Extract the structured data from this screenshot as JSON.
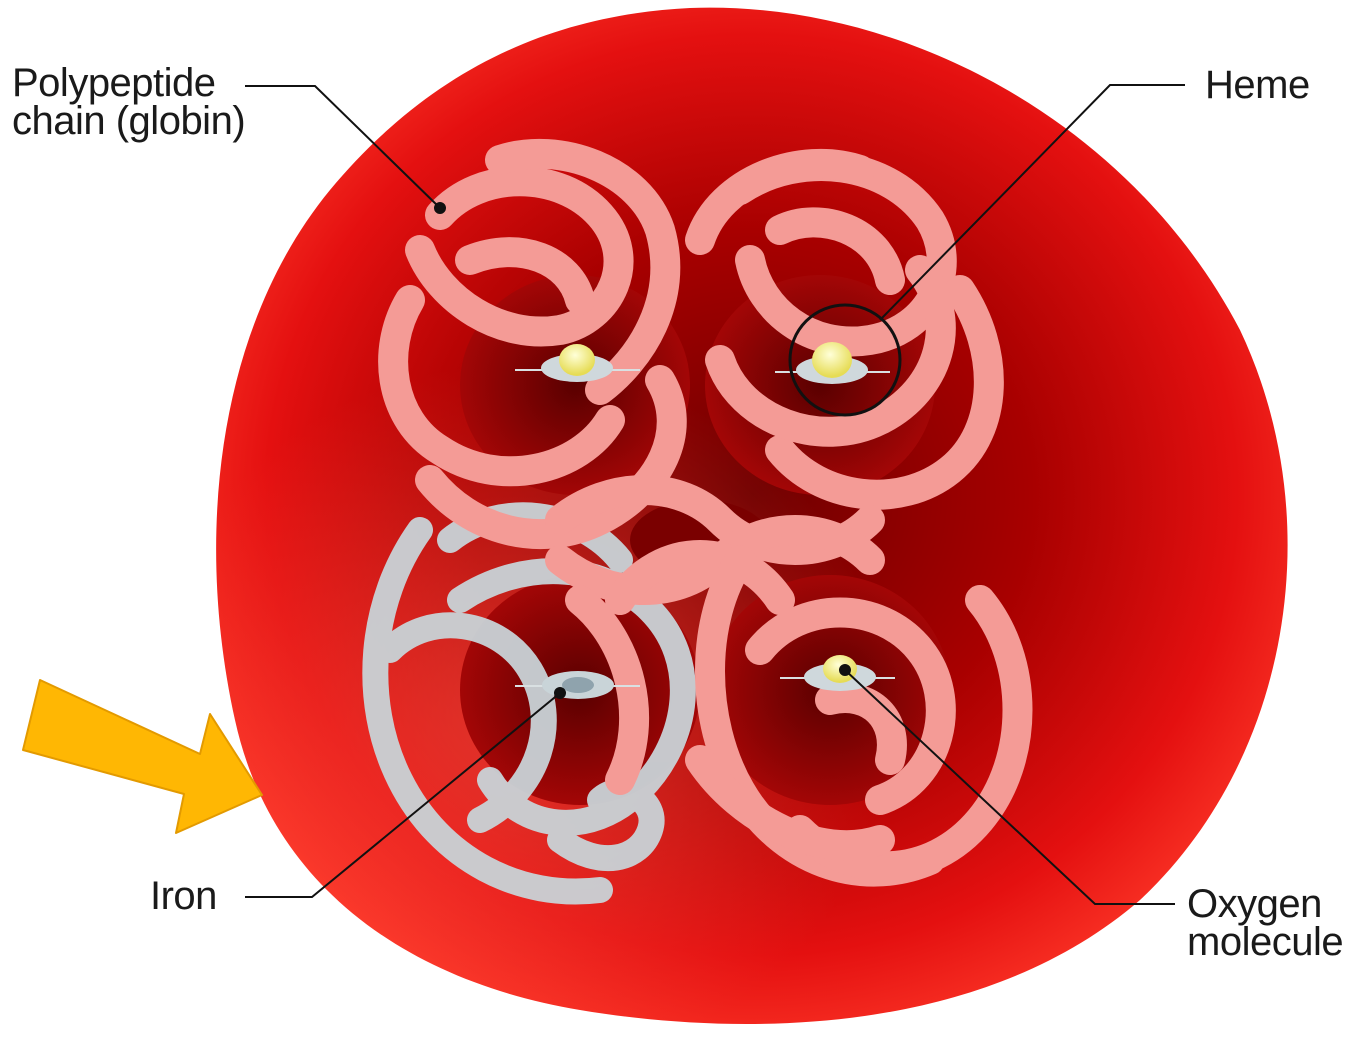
{
  "labels": {
    "polypeptide": {
      "line1": "Polypeptide",
      "line2": "chain (globin)"
    },
    "heme": "Heme",
    "iron": "Iron",
    "oxygen": {
      "line1": "Oxygen",
      "line2": "molecule"
    }
  },
  "colors": {
    "cell": "#e00a0a",
    "cell_dark": "#8e0000",
    "globin_chain": "#f59a96",
    "globin_chain_deoxy": "#c8d2d6",
    "oxygen": "#f2ec8a",
    "iron": "#9fb0b8",
    "arrow": "#ffb800",
    "leader_line": "#111111"
  },
  "icons": [
    "pointer-arrow-icon"
  ]
}
